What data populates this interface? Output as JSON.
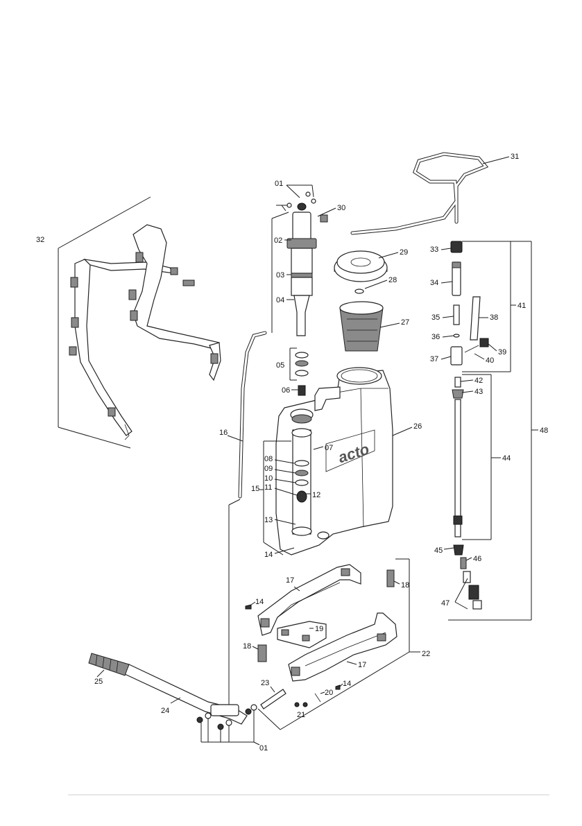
{
  "labels": [
    "01",
    "02",
    "03",
    "04",
    "05",
    "06",
    "07",
    "08",
    "09",
    "10",
    "11",
    "12",
    "13",
    "14",
    "15",
    "16",
    "17",
    "18",
    "19",
    "20",
    "21",
    "22",
    "23",
    "24",
    "25",
    "26",
    "27",
    "28",
    "29",
    "30",
    "31",
    "32",
    "33",
    "34",
    "35",
    "36",
    "37",
    "38",
    "39",
    "40",
    "41",
    "42",
    "43",
    "44",
    "45",
    "46",
    "47",
    "48"
  ],
  "tank_logo": "acto"
}
